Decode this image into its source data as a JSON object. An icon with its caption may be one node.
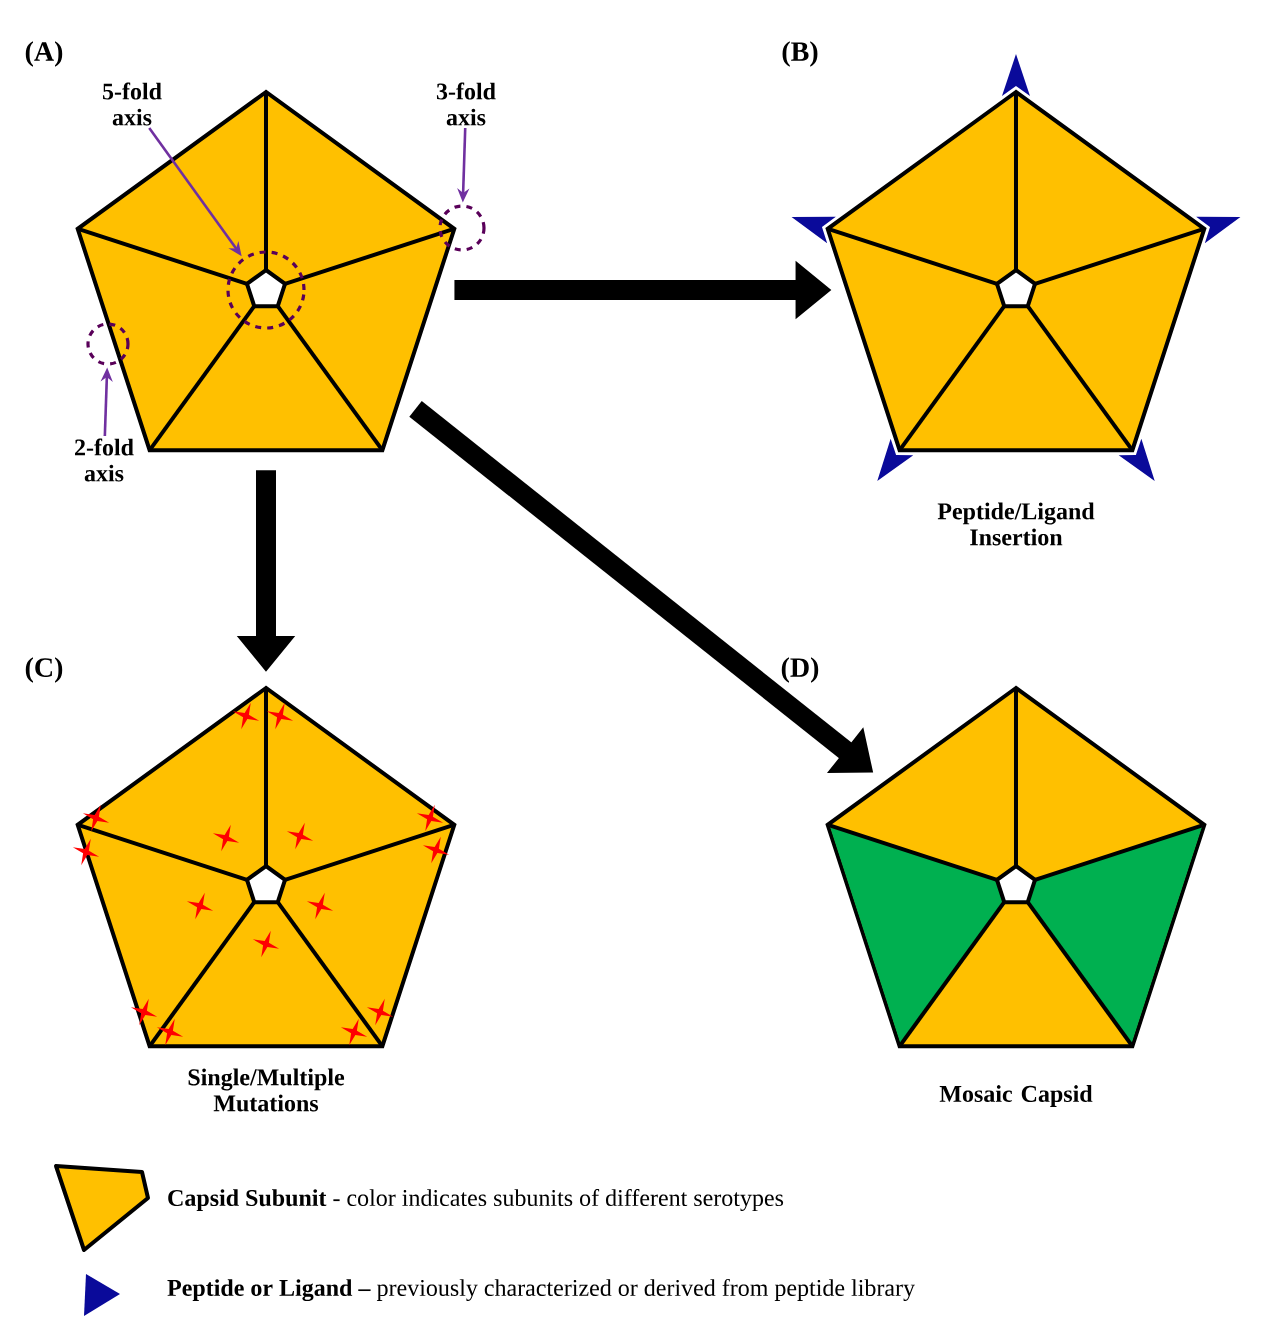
{
  "diagram": {
    "nodes": [
      {
        "text": [],
        "shape": "pentagon"
      },
      {
        "text": [
          "5-fold axis"
        ]
      },
      {
        "text": [],
        "shape": "circle",
        "in": 0
      },
      {
        "text": [
          "3-fold axis"
        ]
      },
      {
        "text": [],
        "shape": "circle"
      },
      {
        "text": [
          "2-fold axis"
        ]
      },
      {
        "text": [],
        "shape": "circle"
      },
      {
        "text": [],
        "shape": "pentagon",
        "beside": [
          "Peptide/Ligand Insertion"
        ]
      },
      {
        "text": [],
        "shape": "pentagon",
        "beside": [
          "Single/Multiple Mutations"
        ]
      },
      {
        "text": [],
        "shape": "pentagon",
        "beside": [
          "Mosaic Capsid"
        ]
      }
    ],
    "edges": [
      {
        "from": 1,
        "to": 2,
        "arrow": "to",
        "color": "#7030a0"
      },
      {
        "from": 3,
        "to": 4,
        "arrow": "to",
        "color": "#7030a0"
      },
      {
        "from": 5,
        "to": 6,
        "arrow": "to",
        "color": "#7030a0"
      },
      {
        "from": 0,
        "to": 7,
        "arrow": "to",
        "style": "thick",
        "color": "#000000"
      },
      {
        "from": 0,
        "to": 8,
        "arrow": "to",
        "style": "thick",
        "color": "#000000"
      },
      {
        "from": 0,
        "to": 9,
        "arrow": "to",
        "style": "thick",
        "color": "#000000"
      }
    ],
    "labels": [
      "(A)",
      "(B)",
      "(C)",
      "(D)"
    ],
    "legend": [
      {
        "text": "**Capsid Subunit** - color indicates subunits of different serotypes"
      },
      {
        "text": "**Peptide or Ligand –** previously characterized or derived from peptide library"
      }
    ]
  }
}
